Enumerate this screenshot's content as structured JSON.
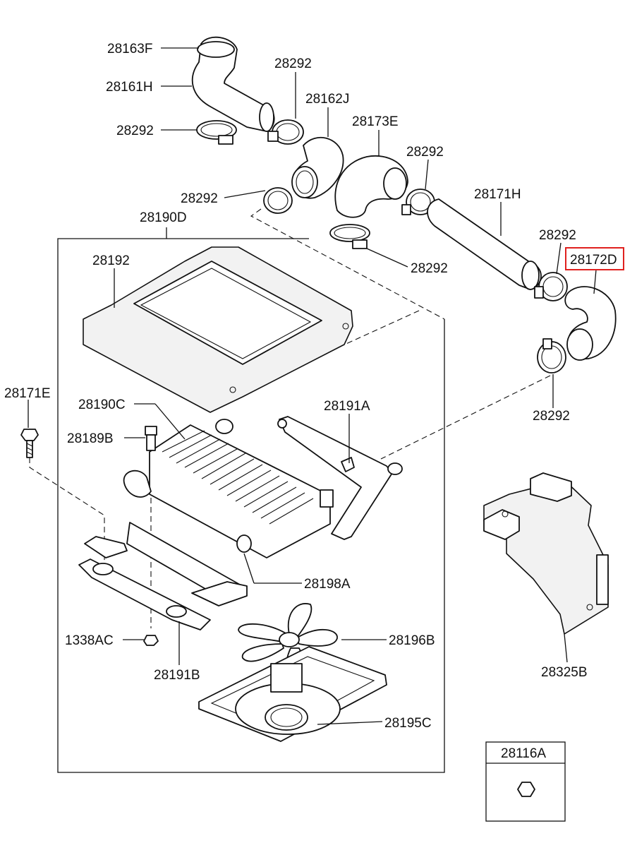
{
  "labels": {
    "p28163F": "28163F",
    "p28161H": "28161H",
    "p28292_a": "28292",
    "p28292_b": "28292",
    "p28162J": "28162J",
    "p28173E": "28173E",
    "p28292_c": "28292",
    "p28292_d": "28292",
    "p28171H": "28171H",
    "p28190D": "28190D",
    "p28292_e": "28292",
    "p28292_f": "28292",
    "p28172D": "28172D",
    "p28192": "28192",
    "p28171E": "28171E",
    "p28190C": "28190C",
    "p28191A": "28191A",
    "p28292_g": "28292",
    "p28189B": "28189B",
    "p28198A": "28198A",
    "p1338AC": "1338AC",
    "p28196B": "28196B",
    "p28191B": "28191B",
    "p28325B": "28325B",
    "p28195C": "28195C",
    "p28116A": "28116A"
  },
  "highlight": {
    "label": "p28172D",
    "color": "#e0201e"
  }
}
